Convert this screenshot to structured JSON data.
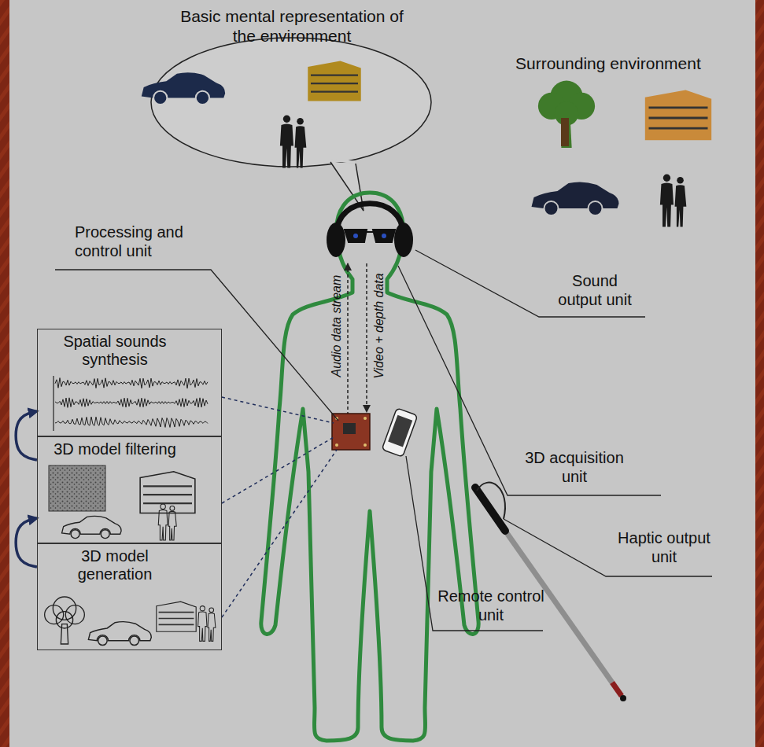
{
  "diagram": {
    "nodes": [
      {
        "text": [
          "Spatial sounds synthesis"
        ]
      },
      {
        "text": [
          "3D model filtering"
        ]
      },
      {
        "text": [
          "3D model generation"
        ]
      }
    ],
    "edges": [
      {
        "from": 2,
        "to": 1,
        "arrow": "to"
      },
      {
        "from": 1,
        "to": 0,
        "arrow": "to"
      }
    ],
    "labels": [
      "Basic mental representation of the environment",
      "Surrounding environment",
      "Processing and control unit",
      "Audio data stream",
      "Video + depth data",
      "Sound output unit",
      "3D acquisition unit",
      "Haptic output unit",
      "Remote control unit"
    ]
  }
}
